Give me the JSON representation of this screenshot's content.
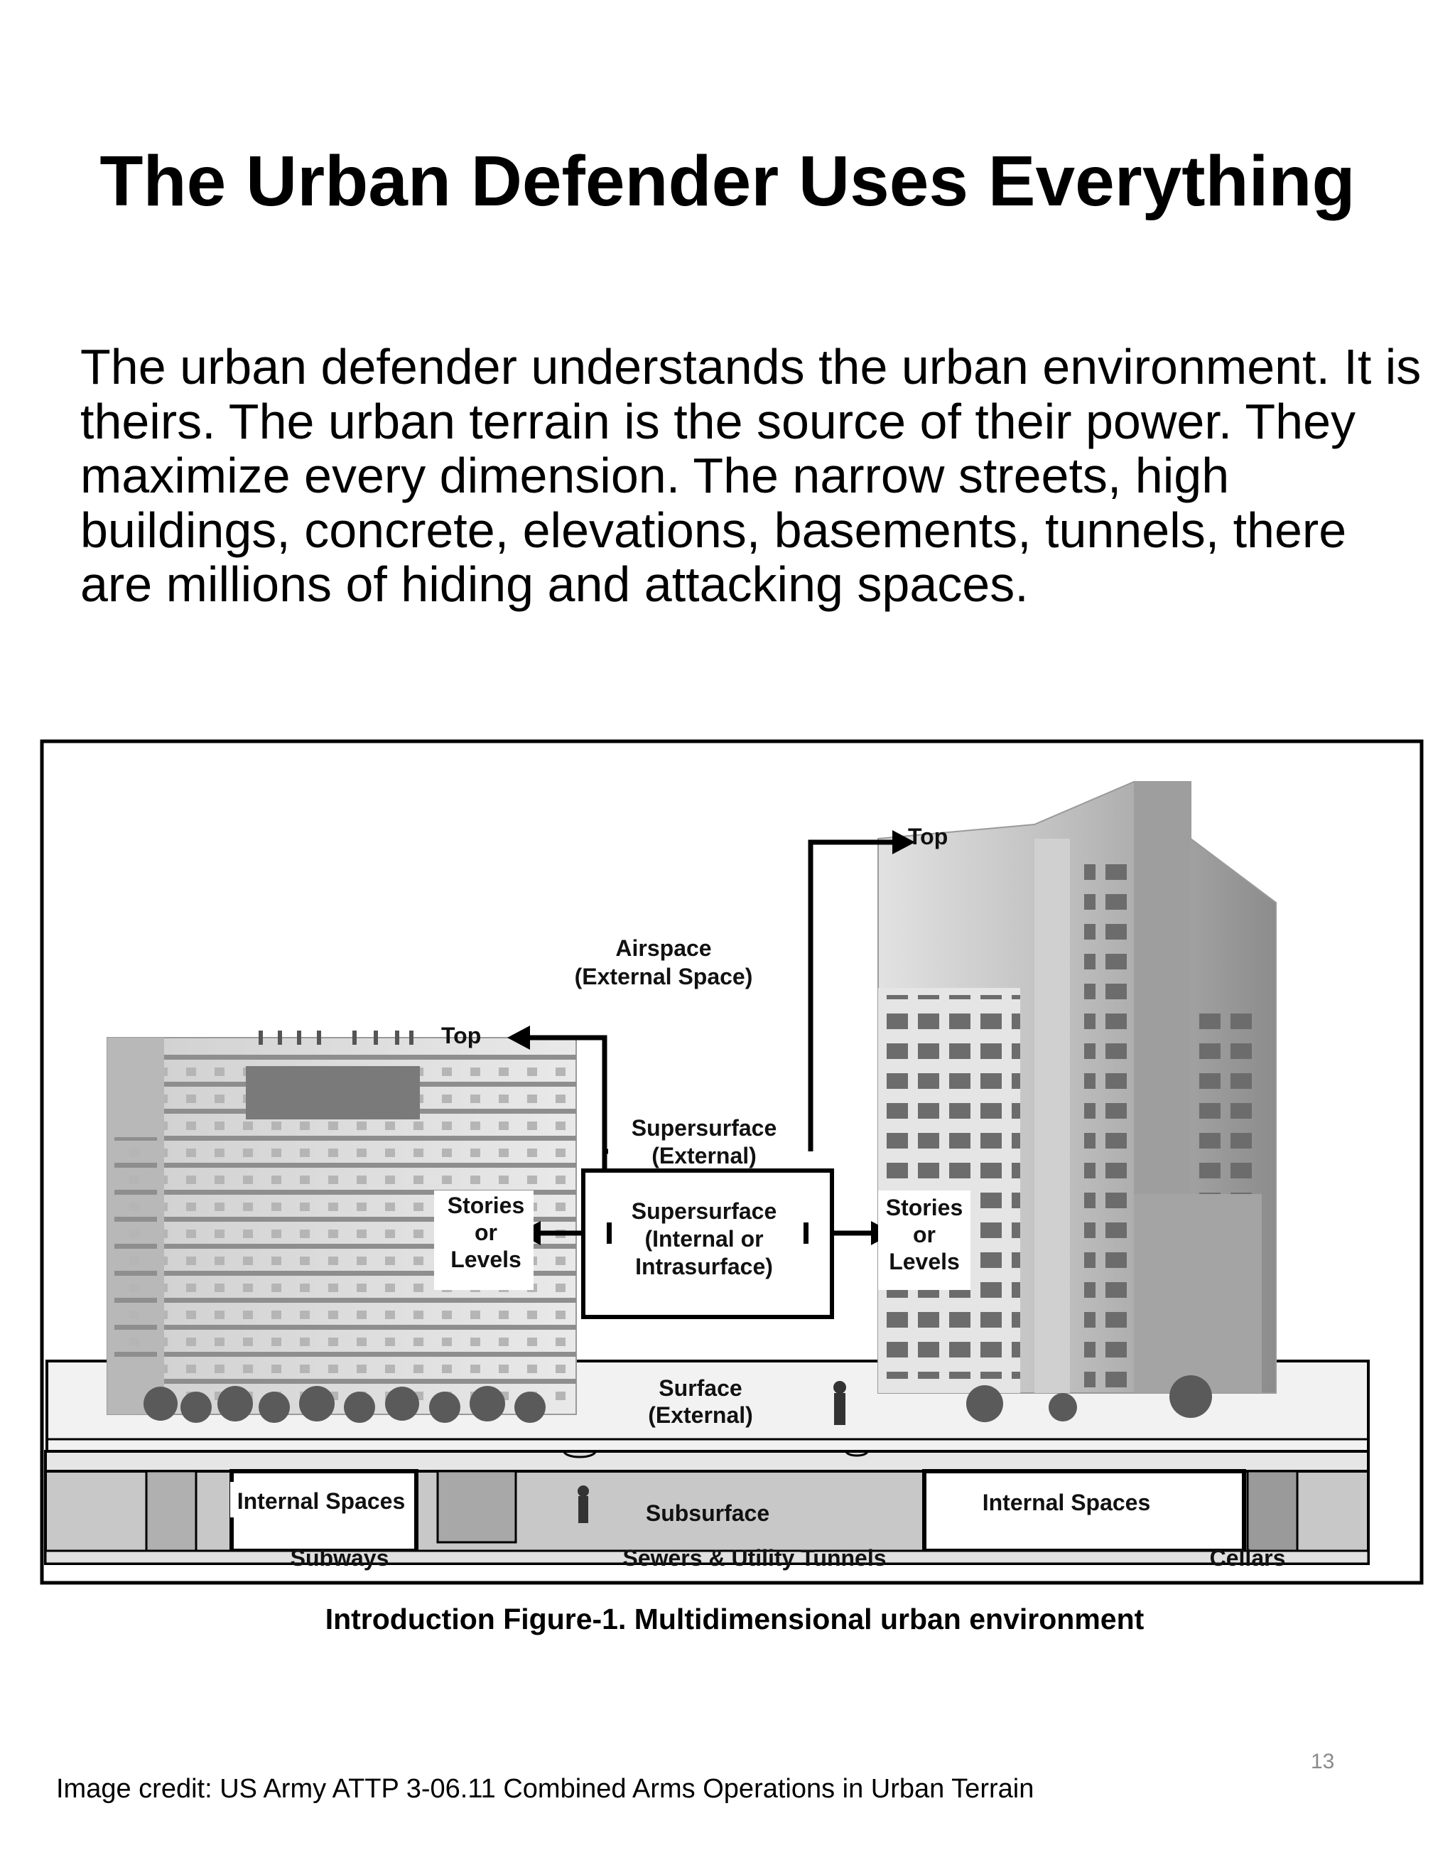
{
  "title": "The Urban Defender Uses Everything",
  "body": "The urban defender understands the urban environment. It is theirs. The urban terrain is the source of their power. They maximize every dimension. The narrow streets, high buildings, concrete, elevations, basements, tunnels, there are millions of hiding and attacking spaces.",
  "figure": {
    "labels": {
      "top_right": "Top",
      "top_left": "Top",
      "airspace_1": "Airspace",
      "airspace_2": "(External Space)",
      "supersurface_ext_1": "Supersurface",
      "supersurface_ext_2": "(External)",
      "stories_left_1": "Stories",
      "stories_left_2": "or",
      "stories_left_3": "Levels",
      "stories_right_1": "Stories",
      "stories_right_2": "or",
      "stories_right_3": "Levels",
      "supersurface_int_1": "Supersurface",
      "supersurface_int_2": "(Internal or",
      "supersurface_int_3": "Intrasurface)",
      "surface_1": "Surface",
      "surface_2": "(External)",
      "internal_spaces_left": "Internal Spaces",
      "internal_spaces_right": "Internal Spaces",
      "subsurface": "Subsurface",
      "subways": "Subways",
      "sewers": "Sewers & Utility Tunnels",
      "cellars": "Cellars"
    },
    "caption": "Introduction Figure-1. Multidimensional urban environment"
  },
  "page_number": "13",
  "credit": "Image credit: US Army ATTP 3-06.11 Combined Arms Operations in Urban Terrain"
}
